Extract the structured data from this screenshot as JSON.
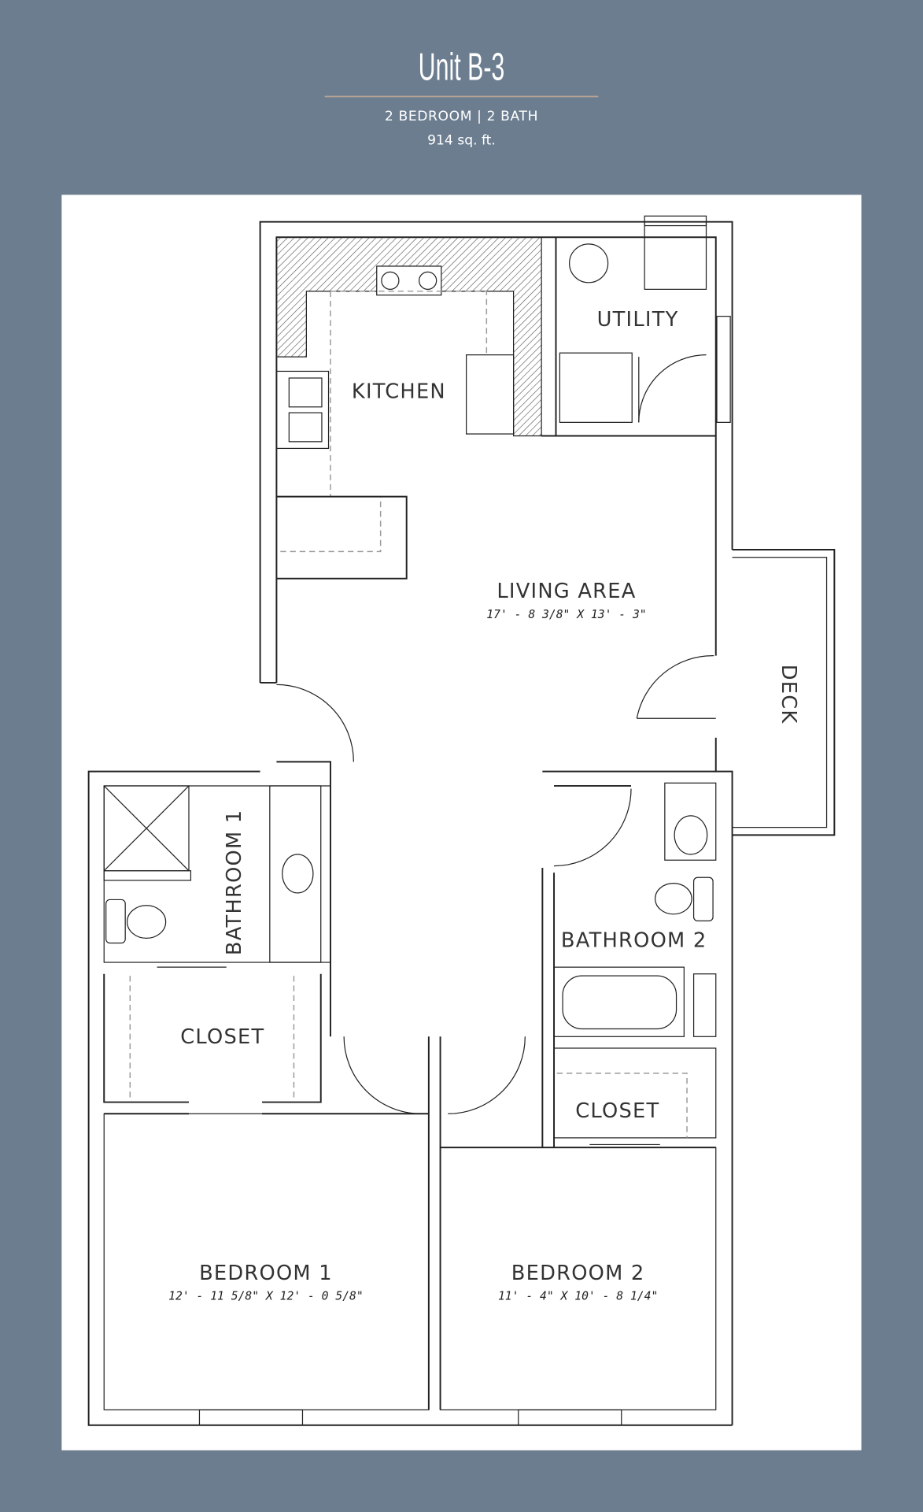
{
  "header": {
    "title": "Unit B-3",
    "subtitle": "2 BEDROOM | 2 BATH",
    "area": "914 sq. ft."
  },
  "rooms": {
    "kitchen": "KITCHEN",
    "utility": "UTILITY",
    "living": {
      "label": "LIVING AREA",
      "dims": "17' - 8 3/8\" X 13' - 3\""
    },
    "deck": "DECK",
    "bathroom1": "BATHROOM 1",
    "closet1": "CLOSET",
    "bathroom2": "BATHROOM 2",
    "closet2": "CLOSET",
    "bedroom1": {
      "label": "BEDROOM 1",
      "dims": "12' - 11 5/8\" X 12' - 0 5/8\""
    },
    "bedroom2": {
      "label": "BEDROOM 2",
      "dims": "11' - 4\" X 10' - 8 1/4\""
    }
  },
  "colors": {
    "background": "#6b7d8f",
    "panel": "#ffffff",
    "rule": "#b8a394",
    "ink": "#222222"
  }
}
